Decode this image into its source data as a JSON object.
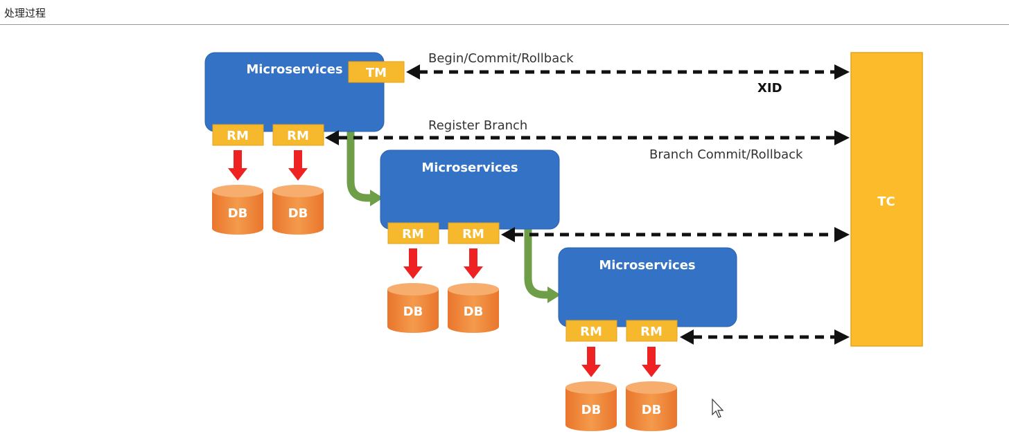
{
  "header": {
    "title": "处理过程"
  },
  "diagram": {
    "microservice_label": "Microservices",
    "tm_label": "TM",
    "rm_label": "RM",
    "db_label": "DB",
    "tc_label": "TC",
    "begin_label": "Begin/Commit/Rollback",
    "xid_label": "XID",
    "register_label": "Register Branch",
    "branch_commit_label": "Branch Commit/Rollback"
  },
  "colors": {
    "service_blue": "#3372c4",
    "token_yellow": "#f6b82c",
    "tc_yellow": "#fbbb2a",
    "db_orange": "#f08a3c",
    "arrow_red": "#ee2222",
    "flow_green": "#6e9e48"
  }
}
